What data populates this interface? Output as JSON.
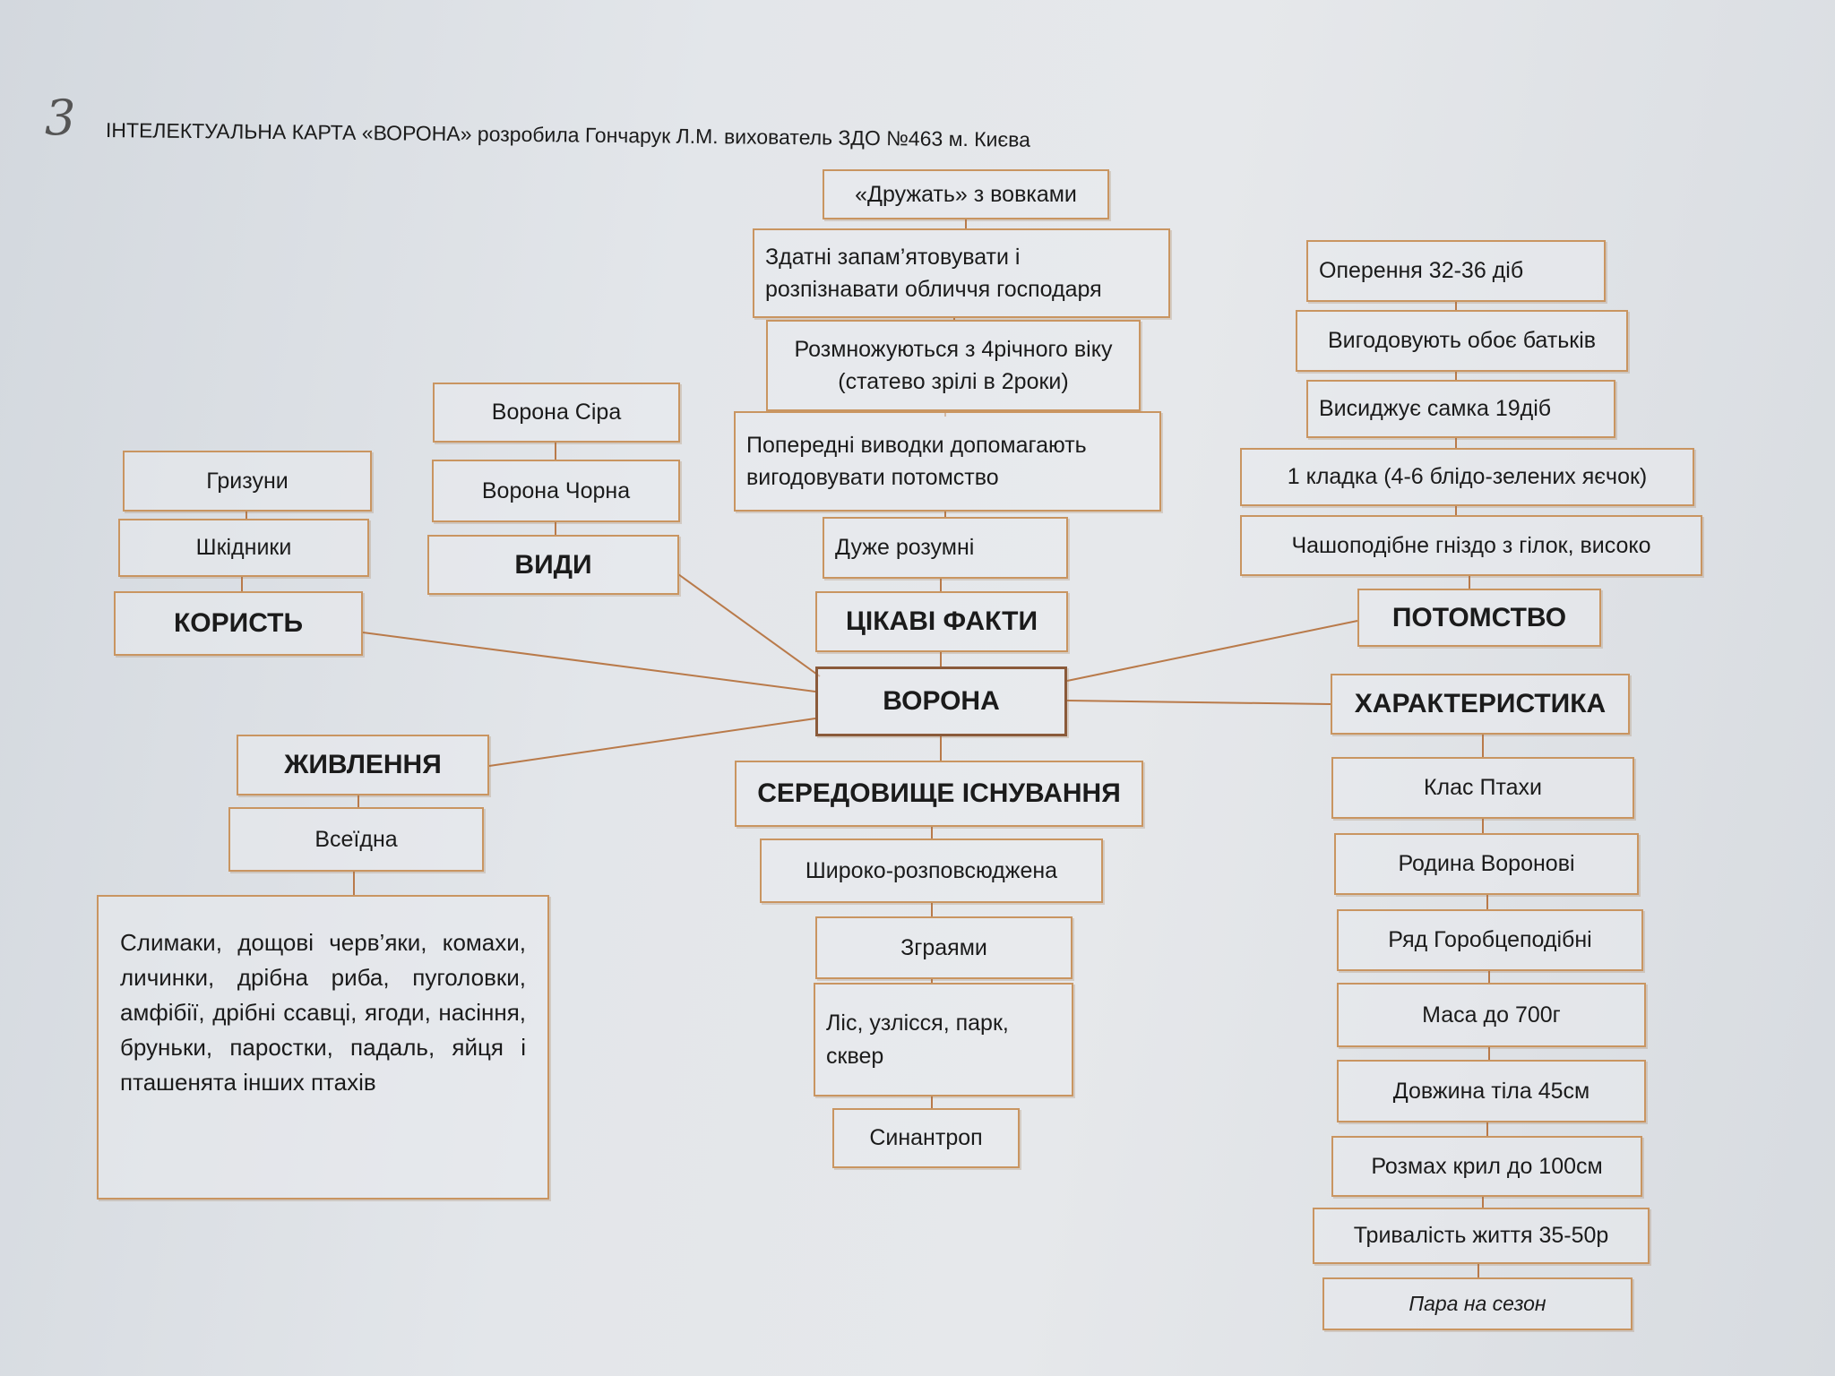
{
  "page_number": "3",
  "title": "ІНТЕЛЕКТУАЛЬНА  КАРТА «ВОРОНА» розробила Гончарук Л.М. вихователь ЗДО №463 м. Києва",
  "center": "ВОРОНА",
  "facts": {
    "heading": "ЦІКАВІ ФАКТИ",
    "items": [
      "«Дружать» з вовками",
      "Здатні запам’ятовувати і розпізнавати обличчя господаря",
      "Розмножуються з 4річного віку   (статево зрілі в 2роки)",
      "Попередні виводки допомагають вигодовувати потомство",
      "Дуже розумні"
    ]
  },
  "species": {
    "heading": "ВИДИ",
    "items": [
      "Ворона Сіра",
      "Ворона Чорна"
    ]
  },
  "benefit": {
    "heading": "КОРИСТЬ",
    "items": [
      "Гризуни",
      "Шкідники"
    ]
  },
  "diet": {
    "heading": "ЖИВЛЕННЯ",
    "type": "Всеїдна",
    "details": "Слимаки, дощові черв’яки, комахи, личинки, дрібна риба, пуголовки, амфібії, дрібні ссавці, ягоди, насіння, бруньки, паростки, падаль, яйця і пташенята інших птахів"
  },
  "habitat": {
    "heading": "СЕРЕДОВИЩЕ ІСНУВАННЯ",
    "items": [
      "Широко-розповсюджена",
      "Зграями",
      "Ліс, узлісся, парк, сквер",
      "Синантроп"
    ]
  },
  "offspring": {
    "heading": "ПОТОМСТВО",
    "items": [
      "Оперення 32-36 діб",
      "Вигодовують обоє батьків",
      "Висиджує  самка 19діб",
      "1 кладка (4-6 блідо-зелених яєчок)",
      "Чашоподібне гніздо з  гілок, високо"
    ]
  },
  "characteristics": {
    "heading": "ХАРАКТЕРИСТИКА",
    "items": [
      "Клас Птахи",
      "Родина Воронові",
      "Ряд Горобцеподібні",
      "Маса до 700г",
      "Довжина  тіла 45см",
      "Розмах крил до 100см",
      "Тривалість життя 35-50р",
      "Пара на сезон"
    ]
  },
  "colors": {
    "border": "#c99561",
    "line": "#b97a4a"
  }
}
